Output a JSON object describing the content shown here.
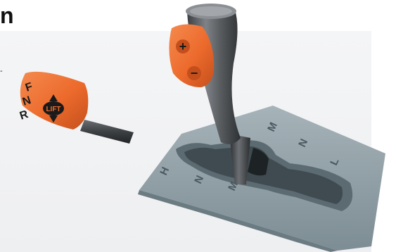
{
  "header": {
    "title_fragment": "n"
  },
  "stray_mark": "-",
  "handle": {
    "letters": [
      "F",
      "N",
      "R"
    ],
    "badge": "LIFT",
    "color": "#f06a2e"
  },
  "shifter": {
    "buttons": [
      "+",
      "−"
    ],
    "gear_labels": [
      "H",
      "N",
      "M",
      "M",
      "N",
      "L"
    ],
    "knob_color": "#f06a2e",
    "body_color": "#5f6366",
    "gate_color": "#8a9aa1"
  }
}
